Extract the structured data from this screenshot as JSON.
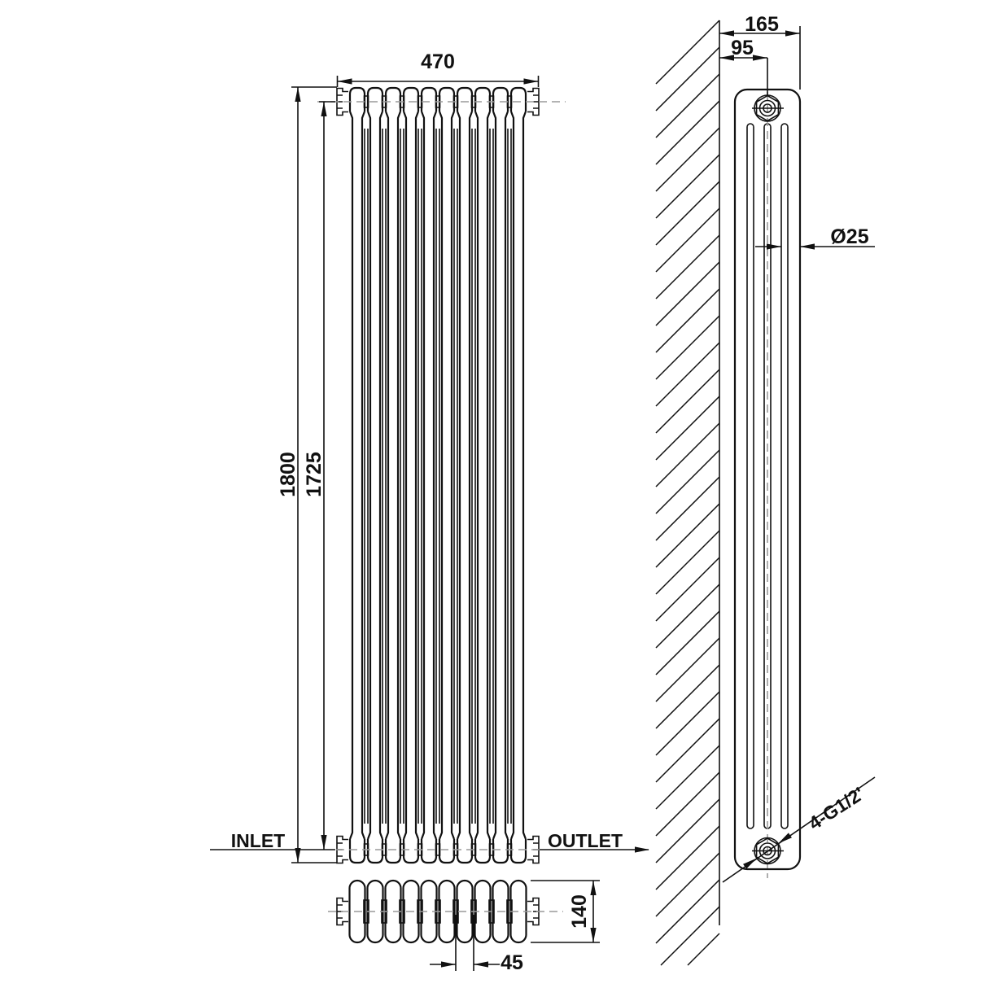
{
  "drawing": {
    "front_view": {
      "width": "470",
      "overall_height": "1800",
      "tapping_centres": "1725",
      "inlet_label": "INLET",
      "outlet_label": "OUTLET"
    },
    "plan_view": {
      "depth": "140",
      "section_pitch": "45"
    },
    "side_view": {
      "overall_depth": "165",
      "wall_to_centre": "95",
      "column_diameter": "Ø25",
      "connections": "4-G1/2'"
    },
    "colors": {
      "line": "#111111",
      "centerline": "#9a9a9a",
      "background": "#ffffff"
    }
  }
}
